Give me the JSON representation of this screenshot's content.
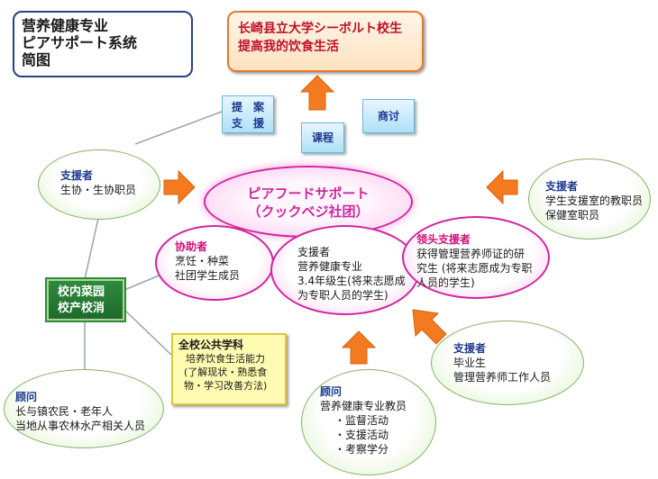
{
  "title": {
    "line1": "营养健康专业",
    "line2": "ピアサポート系统",
    "line3": "简图"
  },
  "goal": {
    "line1": "长崎县立大学シーボルト校生",
    "line2": "提高我的饮食生活"
  },
  "boxes": {
    "teian_line1": "提　案",
    "teian_line2": "支　援",
    "shotao": "商讨",
    "kecheng": "课程"
  },
  "center": {
    "line1": "ピアフードサポート",
    "line2": "（クックベジ社团）"
  },
  "supporter_left": {
    "label": "支援者",
    "text": "生协・生协职员"
  },
  "supporter_right_top": {
    "label": "支援者",
    "line1": "学生支援室的教职员",
    "line2": "保健室职员"
  },
  "cooperator": {
    "label": "协助者",
    "line1": "烹饪・种菜",
    "line2": "社团学生成员"
  },
  "supporter_middle": {
    "label": "支援者",
    "line1": "营养健康专业",
    "line2": "3.4年级生(将来志愿成",
    "line3": "为专职人员的学生)"
  },
  "leader": {
    "label": "领头支援者",
    "line1": "获得管理营养师证的研",
    "line2": "究生 (将来志愿成为专职",
    "line3": "人员的学生)"
  },
  "campus": {
    "line1": "校内菜园",
    "line2": "校产校消"
  },
  "common_subject": {
    "label": "全校公共学科",
    "line1": "培养饮食生活能力",
    "line2": "(了解现状・熟悉食",
    "line3": "物・学习改善方法)"
  },
  "supporter_right_bottom": {
    "label": "支援者",
    "line1": "毕业生",
    "line2": "管理营养师工作人员"
  },
  "advisor_left": {
    "label": "顾问",
    "line1": "长与镇农民・老年人",
    "line2": "当地从事农林水产相关人员"
  },
  "advisor_bottom": {
    "label": "顾问",
    "line1": "营养健康专业教员",
    "line2": "・监督活动",
    "line3": "・支援活动",
    "line4": "・考察学分"
  },
  "colors": {
    "arrow": "#f47a20",
    "pink": "#d0259e",
    "navy": "#1c3a8e",
    "green_box": "#2f8a3e"
  }
}
